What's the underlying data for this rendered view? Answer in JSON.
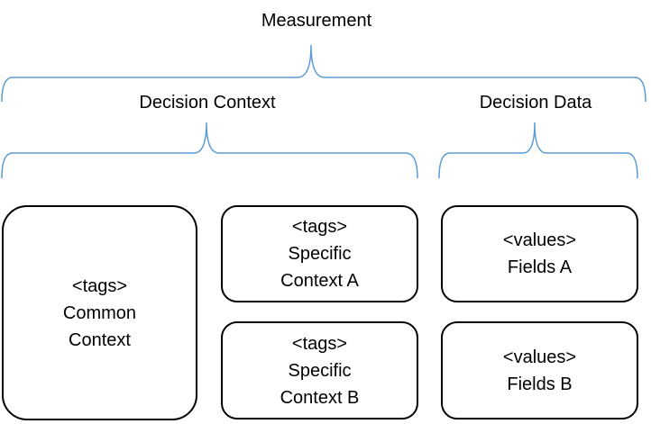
{
  "labels": {
    "measurement": "Measurement",
    "decision_context": "Decision Context",
    "decision_data": "Decision Data"
  },
  "boxes": {
    "common_context": [
      "<tags>",
      "Common",
      "Context"
    ],
    "specific_context_a": [
      "<tags>",
      "Specific",
      "Context A"
    ],
    "specific_context_b": [
      "<tags>",
      "Specific",
      "Context B"
    ],
    "fields_a": [
      "<values>",
      "Fields A"
    ],
    "fields_b": [
      "<values>",
      "Fields B"
    ]
  },
  "colors": {
    "brace": "#5b9bd5",
    "box_border": "#000000",
    "text": "#000000"
  }
}
